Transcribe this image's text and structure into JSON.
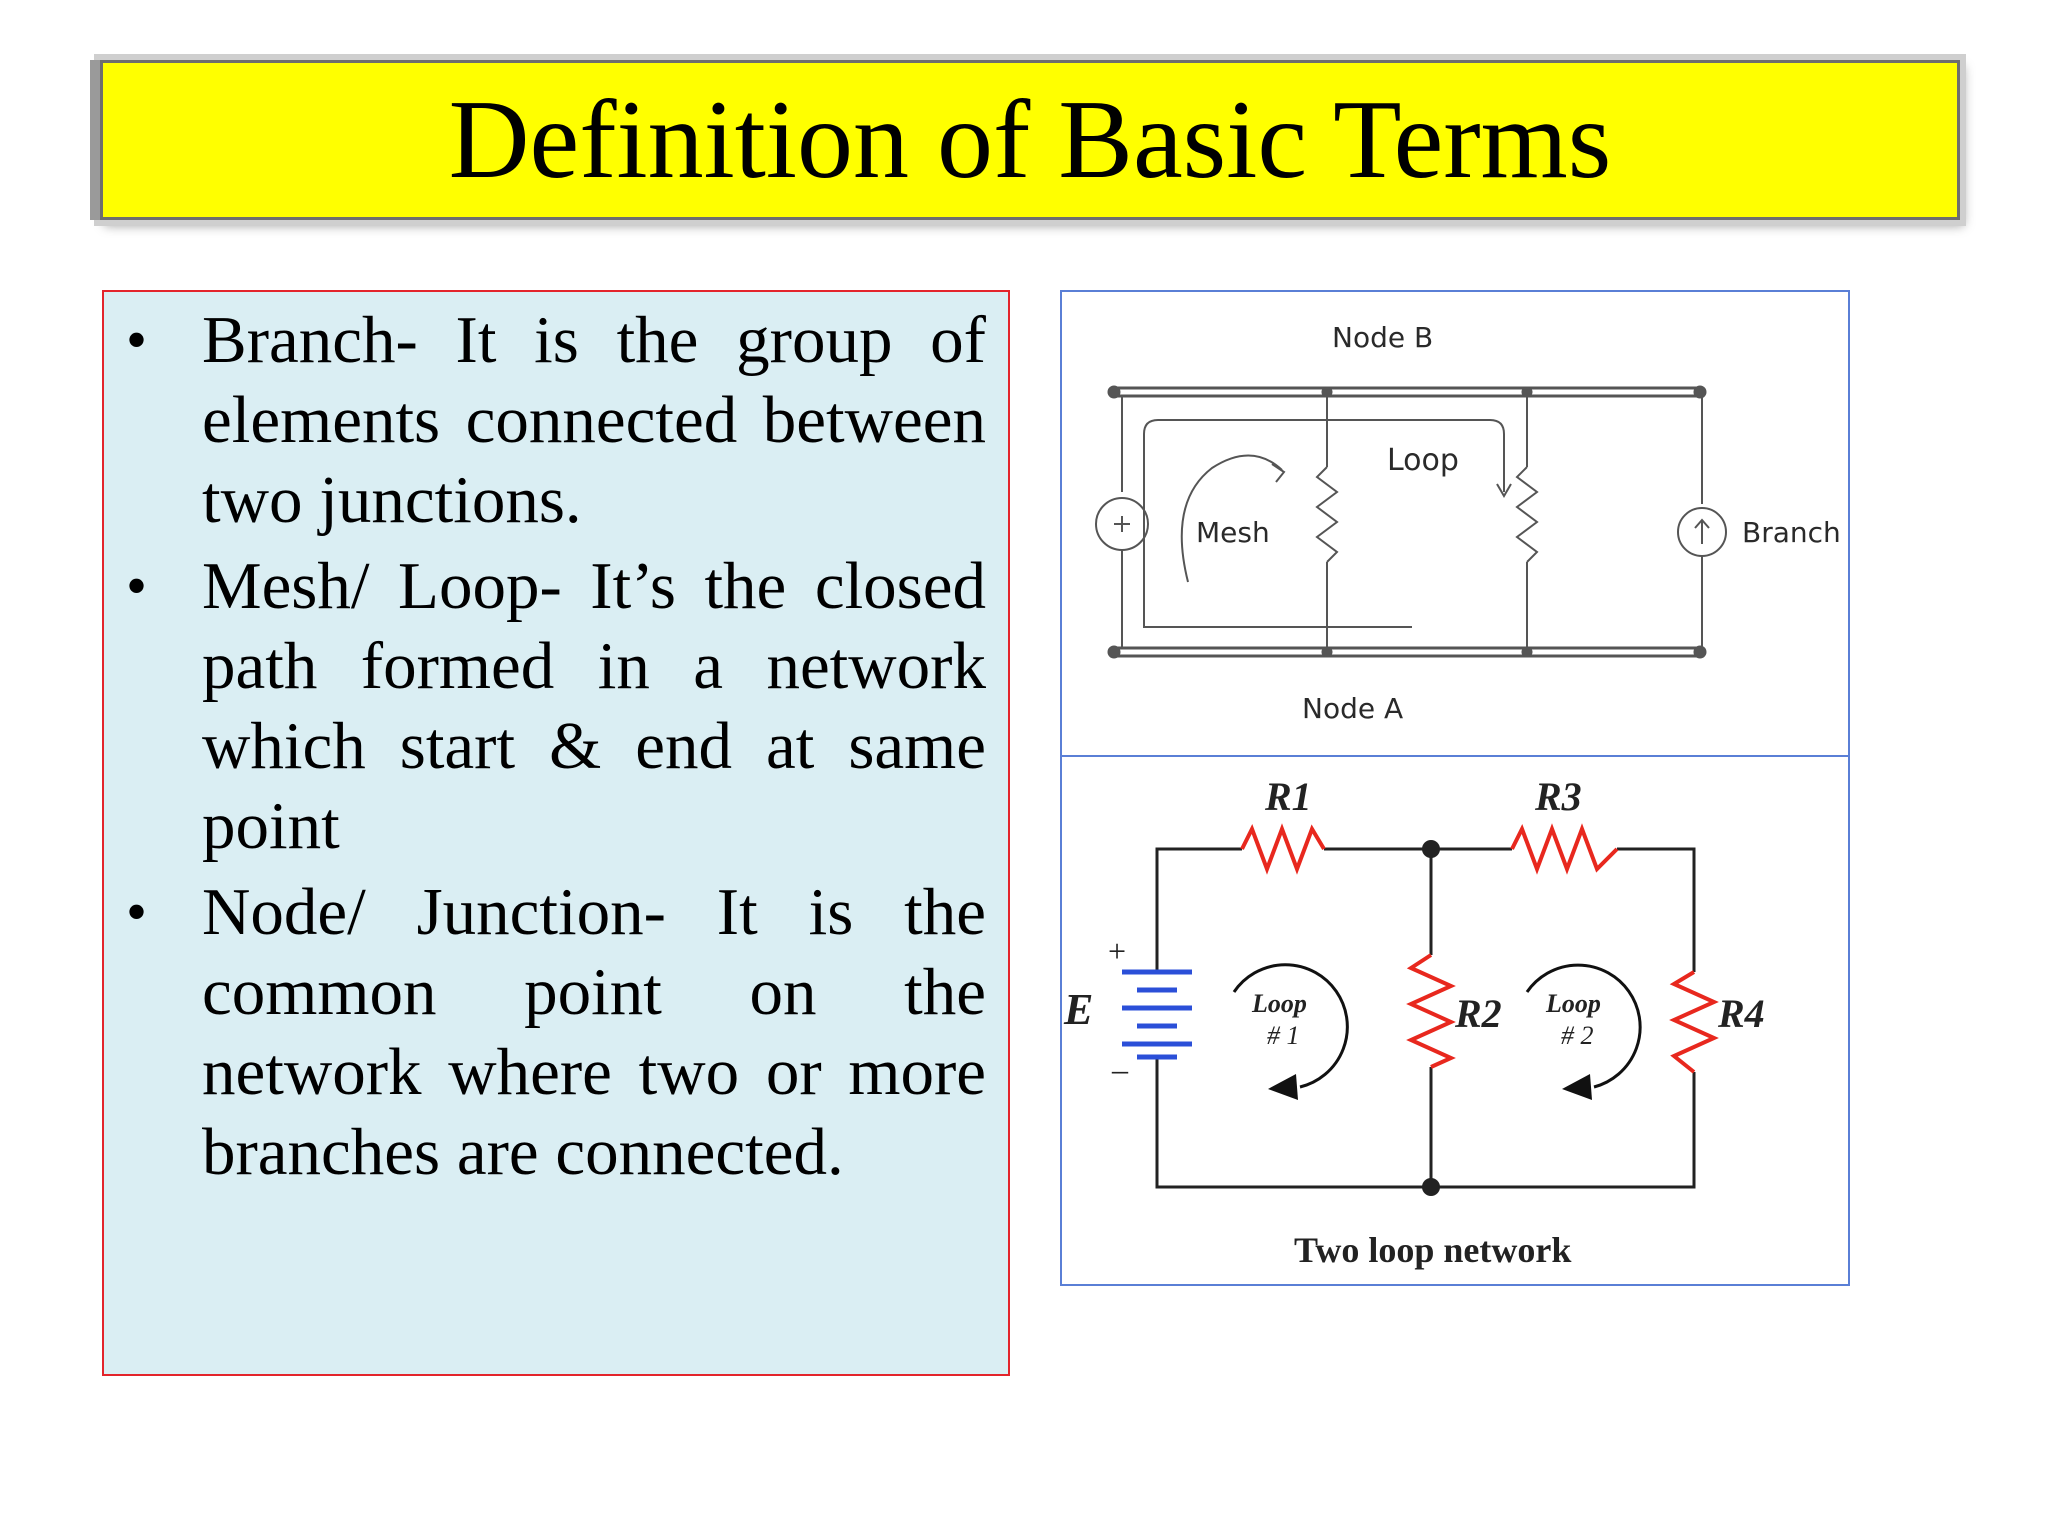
{
  "title": "Definition of Basic Terms",
  "bullets": [
    {
      "text": "Branch- It is the group of elements connected between two junctions."
    },
    {
      "text": "Mesh/ Loop- It’s the closed path formed in a network which start & end at same point"
    },
    {
      "text": "Node/ Junction- It is the common point on the network where two or more branches are connected."
    }
  ],
  "bullet_symbol": "•",
  "diagram_top": {
    "node_b": "Node B",
    "node_a": "Node A",
    "loop": "Loop",
    "mesh": "Mesh",
    "branch": "Branch"
  },
  "diagram_bottom": {
    "r1": "R1",
    "r2": "R2",
    "r3": "R3",
    "r4": "R4",
    "e": "E",
    "plus": "+",
    "minus": "–",
    "loop1_line1": "Loop",
    "loop1_line2": "# 1",
    "loop2_line1": "Loop",
    "loop2_line2": "# 2",
    "caption": "Two loop network"
  },
  "colors": {
    "banner": "#ffff00",
    "text_box_bg": "#daeef3",
    "text_box_border": "#e3242b",
    "figure_border": "#5a7fd6",
    "resistor_red": "#e8281e",
    "battery_blue": "#2b4fd8"
  }
}
